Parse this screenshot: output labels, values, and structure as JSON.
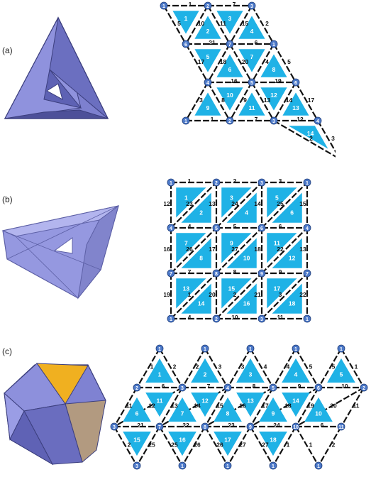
{
  "panels": [
    {
      "label": "(a)",
      "net_vertices": [
        "1",
        "2",
        "3",
        "6",
        "7",
        "1",
        "4",
        "5",
        "6",
        "1",
        "2",
        "3",
        "4",
        "1"
      ],
      "edge_labels": [
        "1",
        "7",
        "5",
        "10",
        "11",
        "15",
        "2",
        "21",
        "6",
        "17",
        "18",
        "20",
        "4",
        "5",
        "16",
        "19",
        "3",
        "8",
        "9",
        "13",
        "14",
        "17",
        "1",
        "7",
        "12",
        "2",
        "3"
      ],
      "face_labels": [
        "1",
        "2",
        "3",
        "4",
        "5",
        "6",
        "7",
        "8",
        "9",
        "10",
        "11",
        "12",
        "13",
        "14"
      ]
    },
    {
      "label": "(b)",
      "net_vertices": [
        "1",
        "2",
        "3",
        "1",
        "4",
        "5",
        "6",
        "4",
        "7",
        "8",
        "9",
        "7",
        "1",
        "2",
        "3",
        "1"
      ],
      "edge_labels": [
        "1",
        "2",
        "3",
        "4",
        "5",
        "6",
        "7",
        "8",
        "9",
        "4",
        "10",
        "11",
        "12",
        "13",
        "14",
        "15",
        "16",
        "17",
        "18",
        "13",
        "19",
        "20",
        "21",
        "22",
        "23",
        "24",
        "25",
        "26",
        "27",
        "22",
        "1",
        "2",
        "3"
      ],
      "face_labels": [
        "1",
        "2",
        "3",
        "4",
        "5",
        "6",
        "7",
        "8",
        "9",
        "10",
        "11",
        "12",
        "13",
        "14",
        "15",
        "16",
        "17",
        "18"
      ]
    },
    {
      "label": "(c)",
      "net_vertices": [
        "1",
        "1",
        "1",
        "1",
        "1",
        "2",
        "3",
        "4",
        "5",
        "6",
        "2",
        "3",
        "7",
        "8",
        "9",
        "10",
        "11",
        "3",
        "1",
        "1",
        "1",
        "1",
        "1"
      ],
      "edge_labels": [
        "1",
        "2",
        "2",
        "3",
        "3",
        "4",
        "4",
        "5",
        "5",
        "1",
        "6",
        "7",
        "8",
        "9",
        "10",
        "11",
        "12",
        "13",
        "14",
        "15",
        "16",
        "17",
        "18",
        "19",
        "20",
        "11",
        "21",
        "22",
        "23",
        "24",
        "6",
        "2",
        "25",
        "25",
        "26",
        "26",
        "27",
        "27",
        "1",
        "1",
        "2"
      ],
      "face_labels": [
        "1",
        "2",
        "3",
        "4",
        "5",
        "6",
        "7",
        "8",
        "9",
        "10",
        "11",
        "12",
        "13",
        "14",
        "15",
        "16",
        "17",
        "18"
      ]
    }
  ],
  "colors": {
    "face": "#1fb2e6",
    "vertex": "#4b78c8",
    "polyhedron": "#7a7fd0",
    "highlight1": "#f0b020",
    "highlight2": "#b29a80"
  }
}
